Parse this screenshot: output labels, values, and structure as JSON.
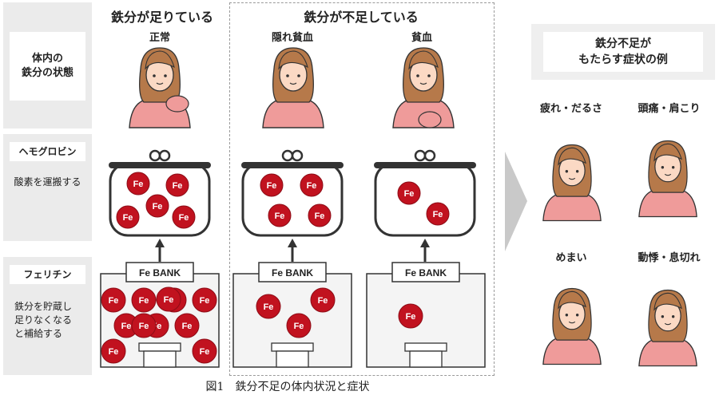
{
  "rows": {
    "state_label": "体内の\n鉄分の状態",
    "hemoglobin": {
      "title": "ヘモグロビン",
      "desc": "酸素を運搬する"
    },
    "ferritin": {
      "title": "フェリチン",
      "desc": "鉄分を貯蔵し\n足りなくなる\nと補給する"
    }
  },
  "headers": {
    "sufficient": "鉄分が足りている",
    "insufficient": "鉄分が不足している"
  },
  "columns": [
    {
      "name": "正常",
      "purse_fe": 5,
      "bank_fe": 11
    },
    {
      "name": "隠れ貧血",
      "purse_fe": 4,
      "bank_fe": 3
    },
    {
      "name": "貧血",
      "purse_fe": 2,
      "bank_fe": 1
    }
  ],
  "fe_label": "Fe",
  "bank_label": "Fe BANK",
  "symptoms": {
    "title": "鉄分不足が\nもたらす症状の例",
    "items": [
      {
        "label": "疲れ・だるさ"
      },
      {
        "label": "頭痛・肩こり"
      },
      {
        "label": "めまい"
      },
      {
        "label": "動悸・息切れ"
      }
    ]
  },
  "caption": "図1　鉄分不足の体内状況と症状",
  "colors": {
    "fe": "#c1121f",
    "skin": "#fbd9c4",
    "hair": "#b6794a",
    "shirt": "#ef9b9a",
    "arrow": "#c9c9c9",
    "line": "#333333"
  }
}
